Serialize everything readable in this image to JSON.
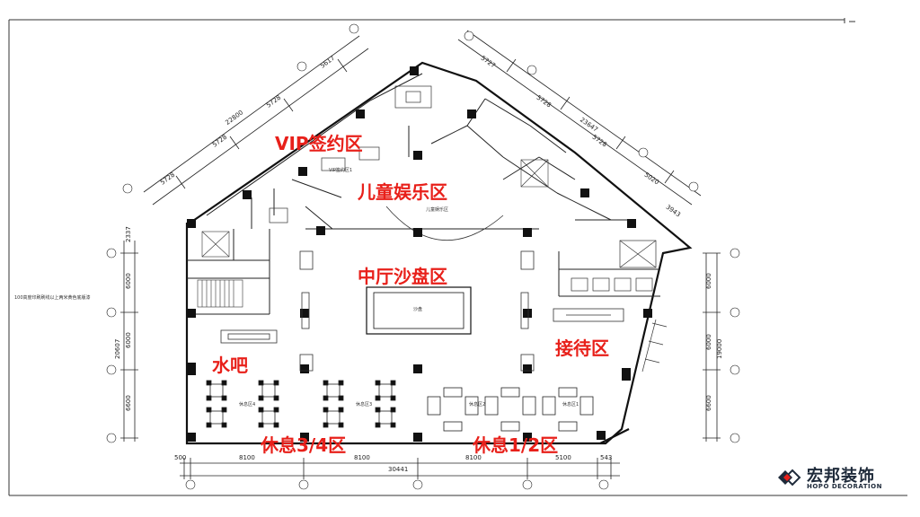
{
  "zones": [
    {
      "id": "vip",
      "label": "VIP签约区"
    },
    {
      "id": "kids",
      "label": "儿童娱乐区"
    },
    {
      "id": "sandtable",
      "label": "中厅沙盘区"
    },
    {
      "id": "reception",
      "label": "接待区"
    },
    {
      "id": "bar",
      "label": "水吧"
    },
    {
      "id": "rest34",
      "label": "休息3/4区"
    },
    {
      "id": "rest12",
      "label": "休息1/2区"
    }
  ],
  "dimensions": {
    "bottom": [
      "500",
      "8100",
      "8100",
      "8100",
      "5100",
      "543"
    ],
    "bottom_total": "30441",
    "left": [
      "2337",
      "6000",
      "6000",
      "6600"
    ],
    "left_total": "20607",
    "right": [
      "6000",
      "6000",
      "6600"
    ],
    "right_total": "19000",
    "top_left": [
      "5728",
      "5728",
      "5728",
      "5617"
    ],
    "top_left_total": "22800",
    "top_right": [
      "5727",
      "5728",
      "5728",
      "5020"
    ],
    "top_right_total": "23647",
    "right_slant": "3943"
  },
  "small_labels": {
    "sand": "沙盘",
    "rest1": "休息区1",
    "rest2": "休息区2",
    "rest3": "休息区3",
    "rest4": "休息区4",
    "kids_small": "儿童娱乐区",
    "vip_small": "VIP签约区1",
    "note": "100高度印刷刷线以上两米黄色底版漆"
  },
  "logo": {
    "cn": "宏邦装饰",
    "en": "HOPO DECORATION",
    "mark_color": "#1e2a3a",
    "accent_color": "#e8201a"
  },
  "colors": {
    "zone_text": "#e8201a",
    "line": "#111111"
  }
}
